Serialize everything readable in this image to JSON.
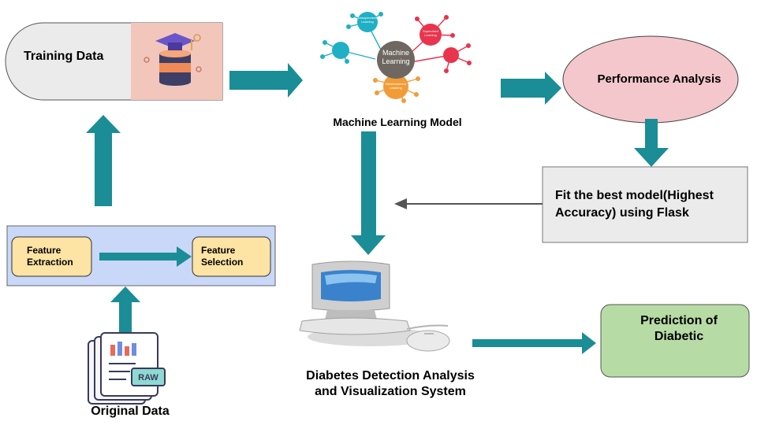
{
  "nodes": {
    "training_data": "Training Data",
    "ml_model": "Machine Learning Model",
    "ml_center": "Machine Learning",
    "ml_branches": [
      "Unsupervised Learning",
      "Supervised Learning",
      "Reinforcement Learning"
    ],
    "performance": "Performance Analysis",
    "fit_model": "Fit the best model(Highest Accuracy) using Flask",
    "feature_extraction": "Feature Extraction",
    "feature_selection": "Feature Selection",
    "original_data": "Original Data",
    "raw_badge": "RAW",
    "system": "Diabetes Detection Analysis and Visualization System",
    "prediction": "Prediction of Diabetic"
  },
  "colors": {
    "arrow": "#1a8d96",
    "training_box": "#ebebeb",
    "performance_fill": "#f4c7cc",
    "fit_fill": "#ebebeb",
    "feature_panel": "#c9d8f8",
    "feature_box": "#fde3a4",
    "prediction_fill": "#b7dba5",
    "ml_teal": "#1fb0c6",
    "ml_red": "#e8344c",
    "ml_orange": "#f29c38"
  },
  "icons": [
    "database-graduation-icon",
    "machine-learning-mindmap-icon",
    "raw-data-document-icon",
    "computer-icon"
  ]
}
